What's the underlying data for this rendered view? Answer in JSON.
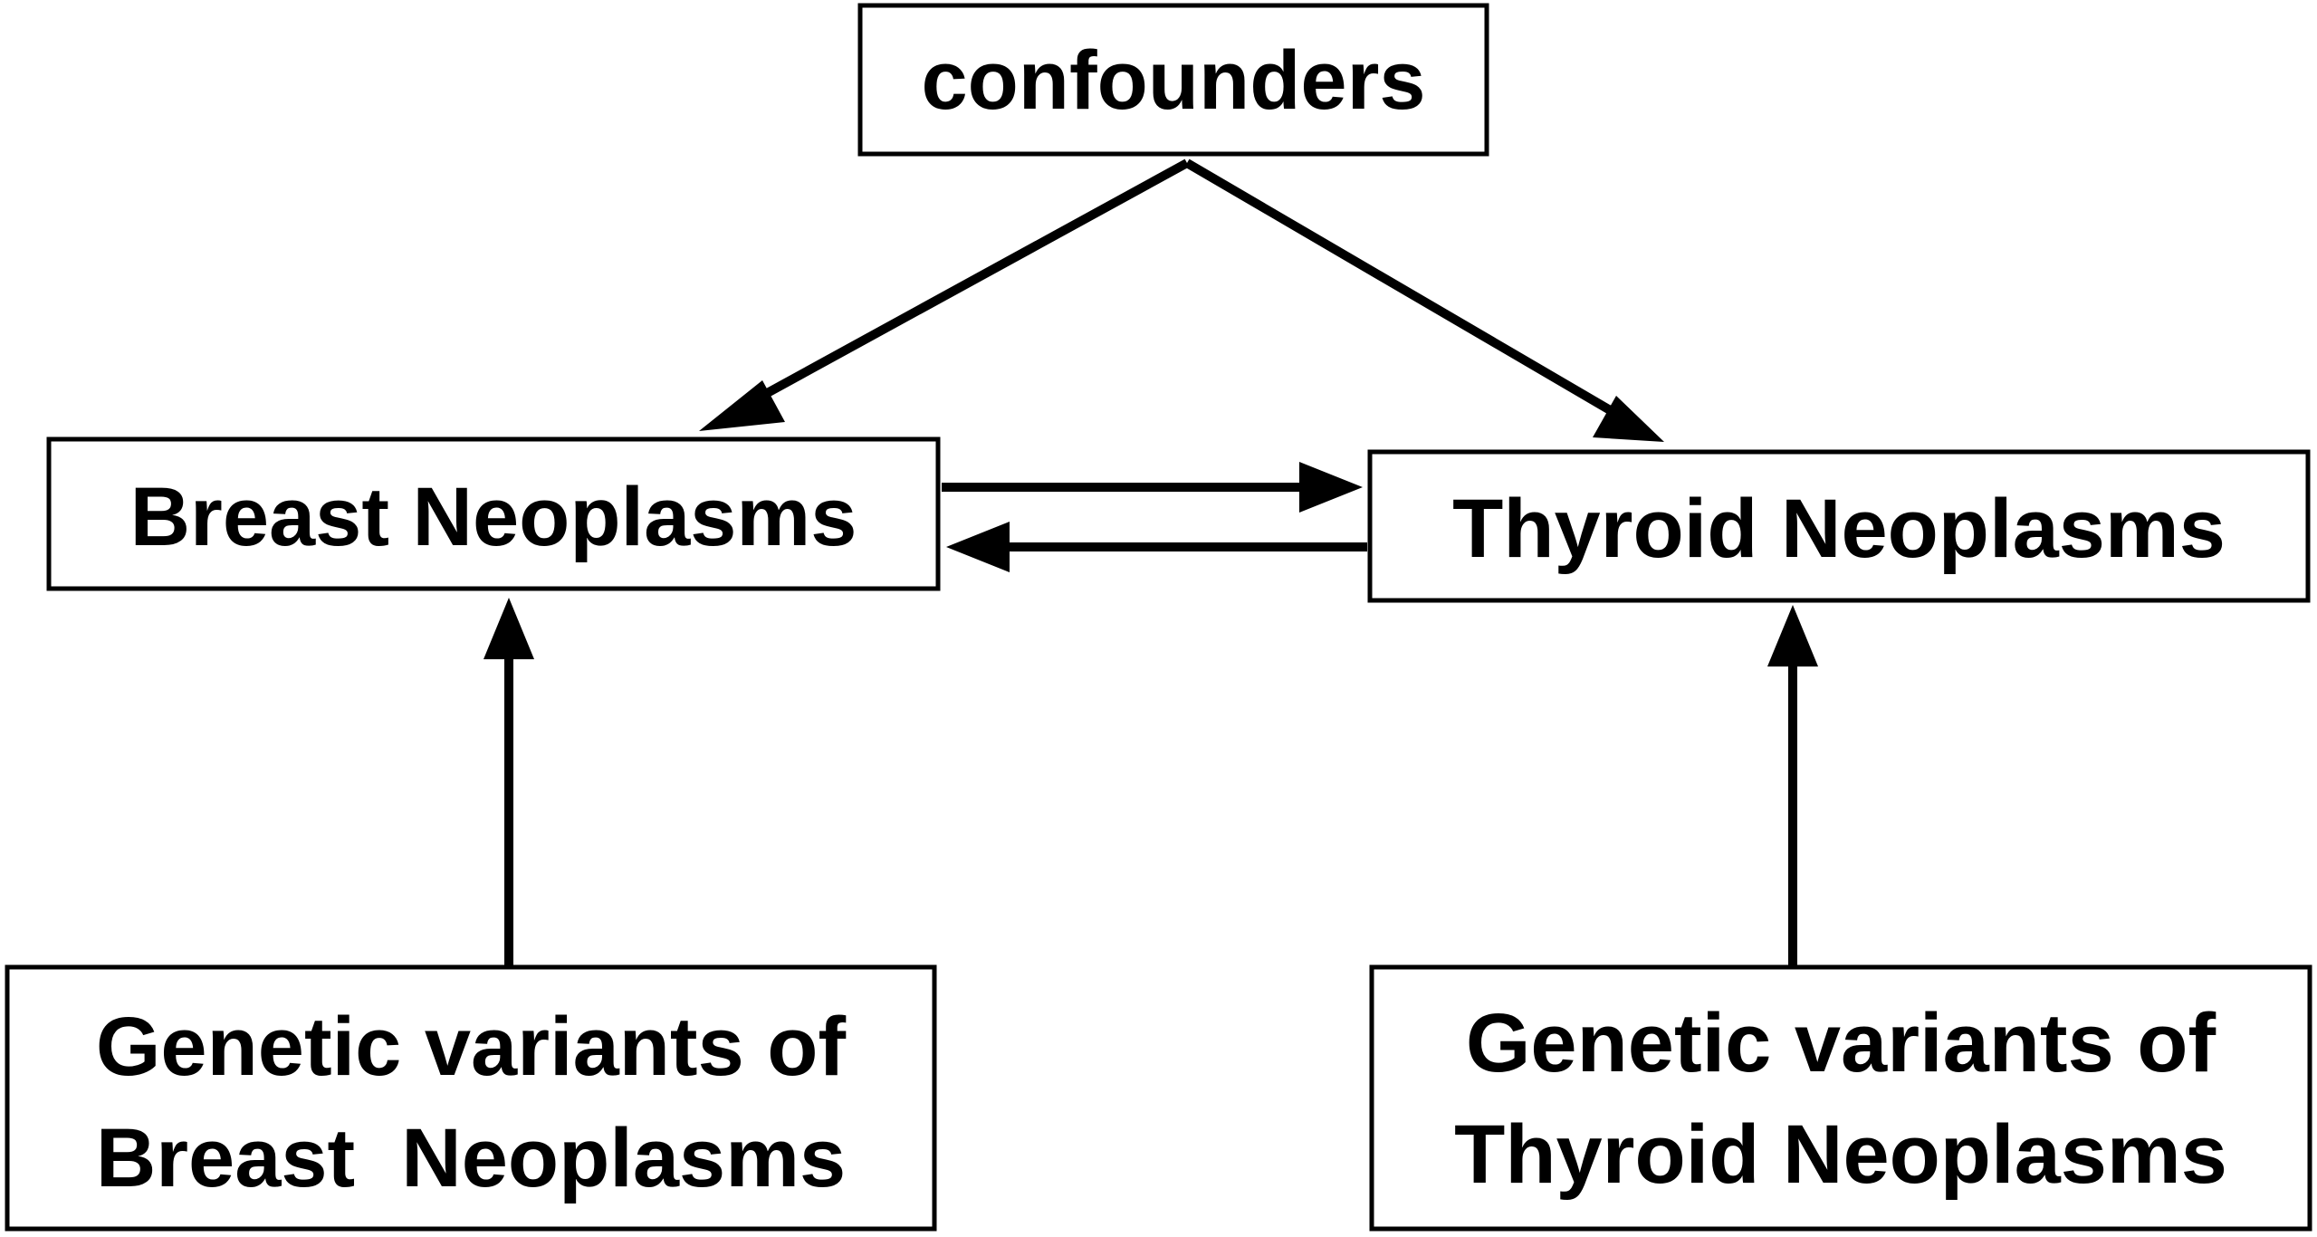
{
  "nodes": {
    "confounders": {
      "label": "confounders"
    },
    "breast": {
      "label": "Breast Neoplasms"
    },
    "thyroid": {
      "label": "Thyroid Neoplasms"
    },
    "breast_genetic": {
      "line1": "Genetic variants of",
      "line2": "Breast  Neoplasms"
    },
    "thyroid_genetic": {
      "line1": "Genetic variants of",
      "line2": "Thyroid Neoplasms"
    }
  },
  "edges": [
    {
      "from": "confounders",
      "to": "breast"
    },
    {
      "from": "confounders",
      "to": "thyroid"
    },
    {
      "from": "breast",
      "to": "thyroid"
    },
    {
      "from": "thyroid",
      "to": "breast"
    },
    {
      "from": "breast_genetic",
      "to": "breast"
    },
    {
      "from": "thyroid_genetic",
      "to": "thyroid"
    }
  ],
  "colors": {
    "stroke": "#000000",
    "background": "#ffffff"
  }
}
